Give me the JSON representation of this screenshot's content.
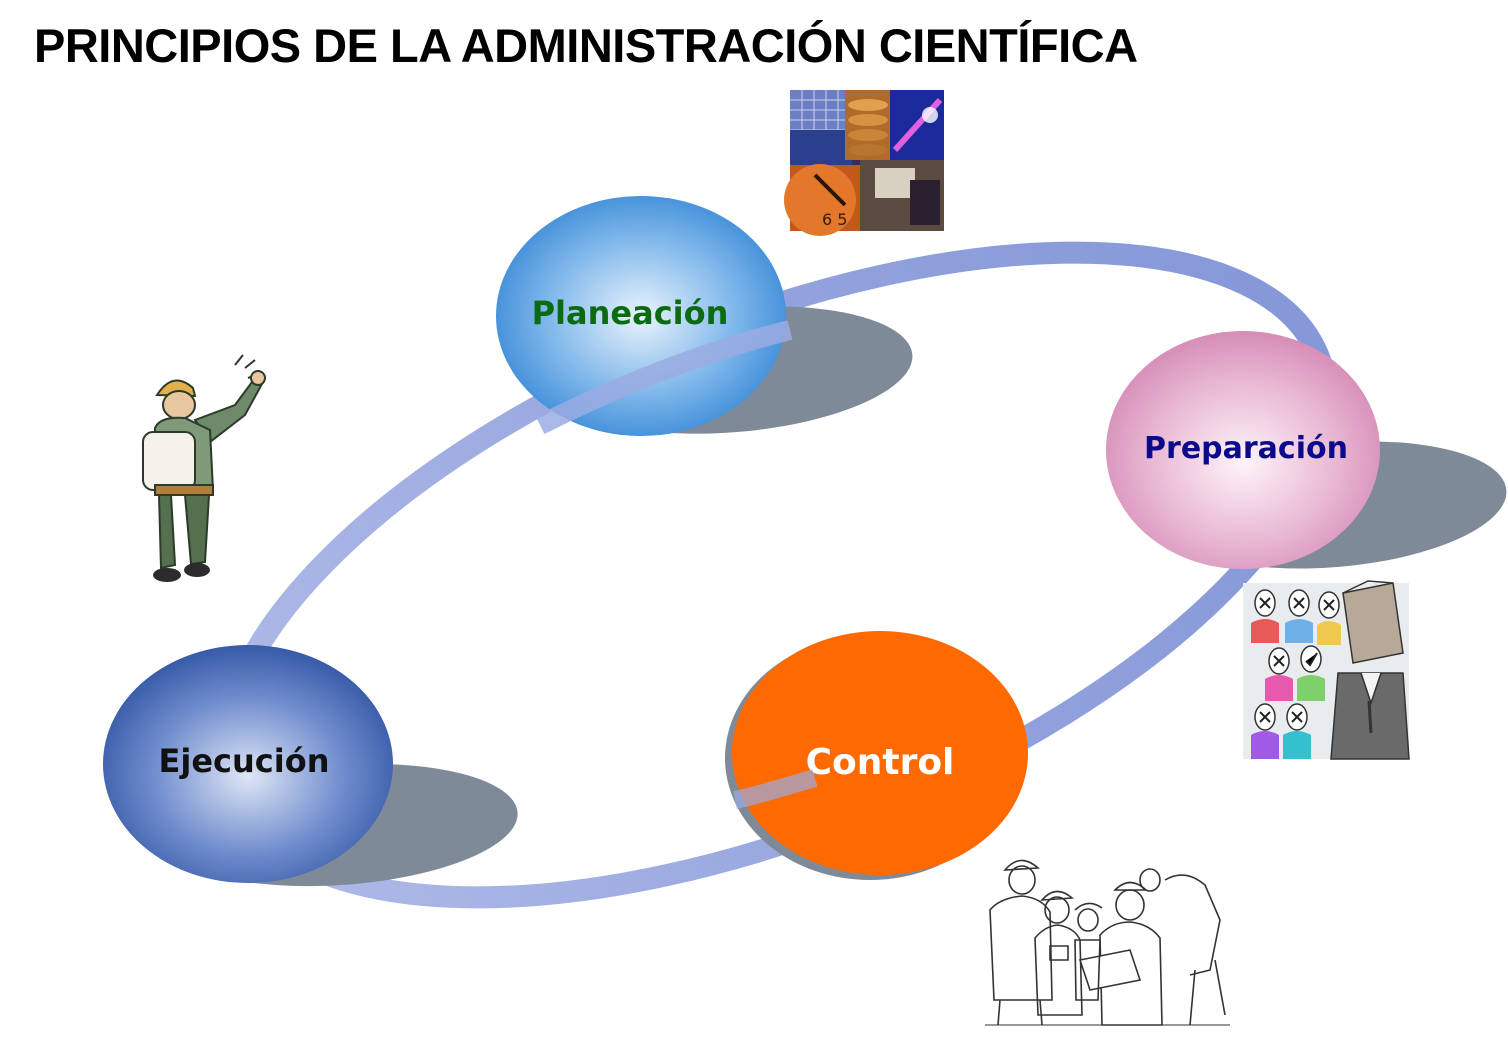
{
  "title": "PRINCIPIOS DE LA ADMINISTRACIÓN CIENTÍFICA",
  "nodes": [
    {
      "label": "Planeación",
      "label_color": "#0b6b12",
      "fill": "#2f86d8",
      "fill_light": "#e6f1fb"
    },
    {
      "label": "Preparación",
      "label_color": "#0a0a8a",
      "fill": "#d88fb8",
      "fill_light": "#fbeef5"
    },
    {
      "label": "Control",
      "label_color": "#ffffff",
      "fill": "#ff6a00",
      "fill_light": "#ff6a00"
    },
    {
      "label": "Ejecución",
      "label_color": "#111111",
      "fill": "#2f56aa",
      "fill_light": "#d9e2f4"
    }
  ],
  "colors": {
    "ring": "#8f9fdc",
    "shadow": "#7f8a99"
  },
  "illustrations": [
    {
      "icon": "finance-collage-icon"
    },
    {
      "icon": "worker-pointing-icon"
    },
    {
      "icon": "people-voting-icon"
    },
    {
      "icon": "workers-sketch-icon"
    }
  ]
}
